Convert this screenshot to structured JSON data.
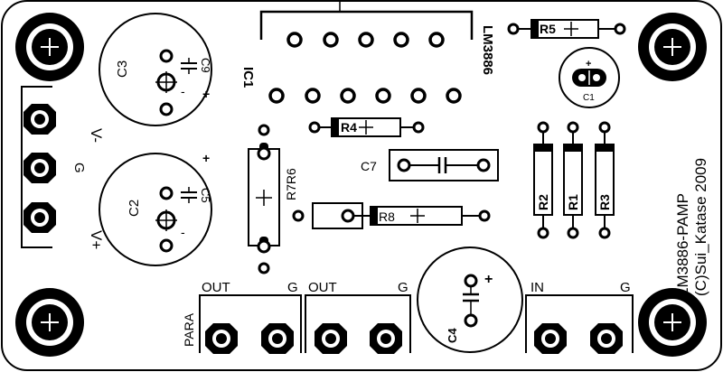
{
  "labels": {
    "c3": "C3",
    "c9": "C9",
    "c3_minus": "-",
    "c3_plus": "+",
    "ic1": "IC1",
    "lm3886": "LM3886",
    "r5": "R5",
    "c1_top": "C1",
    "c1_top_plus": "+",
    "r4": "R4",
    "v_minus": "V-",
    "g_left": "G",
    "r7r6": "R7R6",
    "c7": "C7",
    "c2": "C2",
    "c5": "C5",
    "c2_minus": "-",
    "c2_plus": "+",
    "v_plus": "V+",
    "r8": "R8",
    "r2": "R2",
    "r1": "R1",
    "r3": "R3",
    "title_line1": "LM3886-PAMP",
    "title_line2": "(C)Sui_Katase 2009",
    "out1": "OUT",
    "g1": "G",
    "out2": "OUT",
    "g2": "G",
    "para": "PARA",
    "c4": "C4",
    "c4_plus": "+",
    "in": "IN",
    "g3": "G"
  }
}
